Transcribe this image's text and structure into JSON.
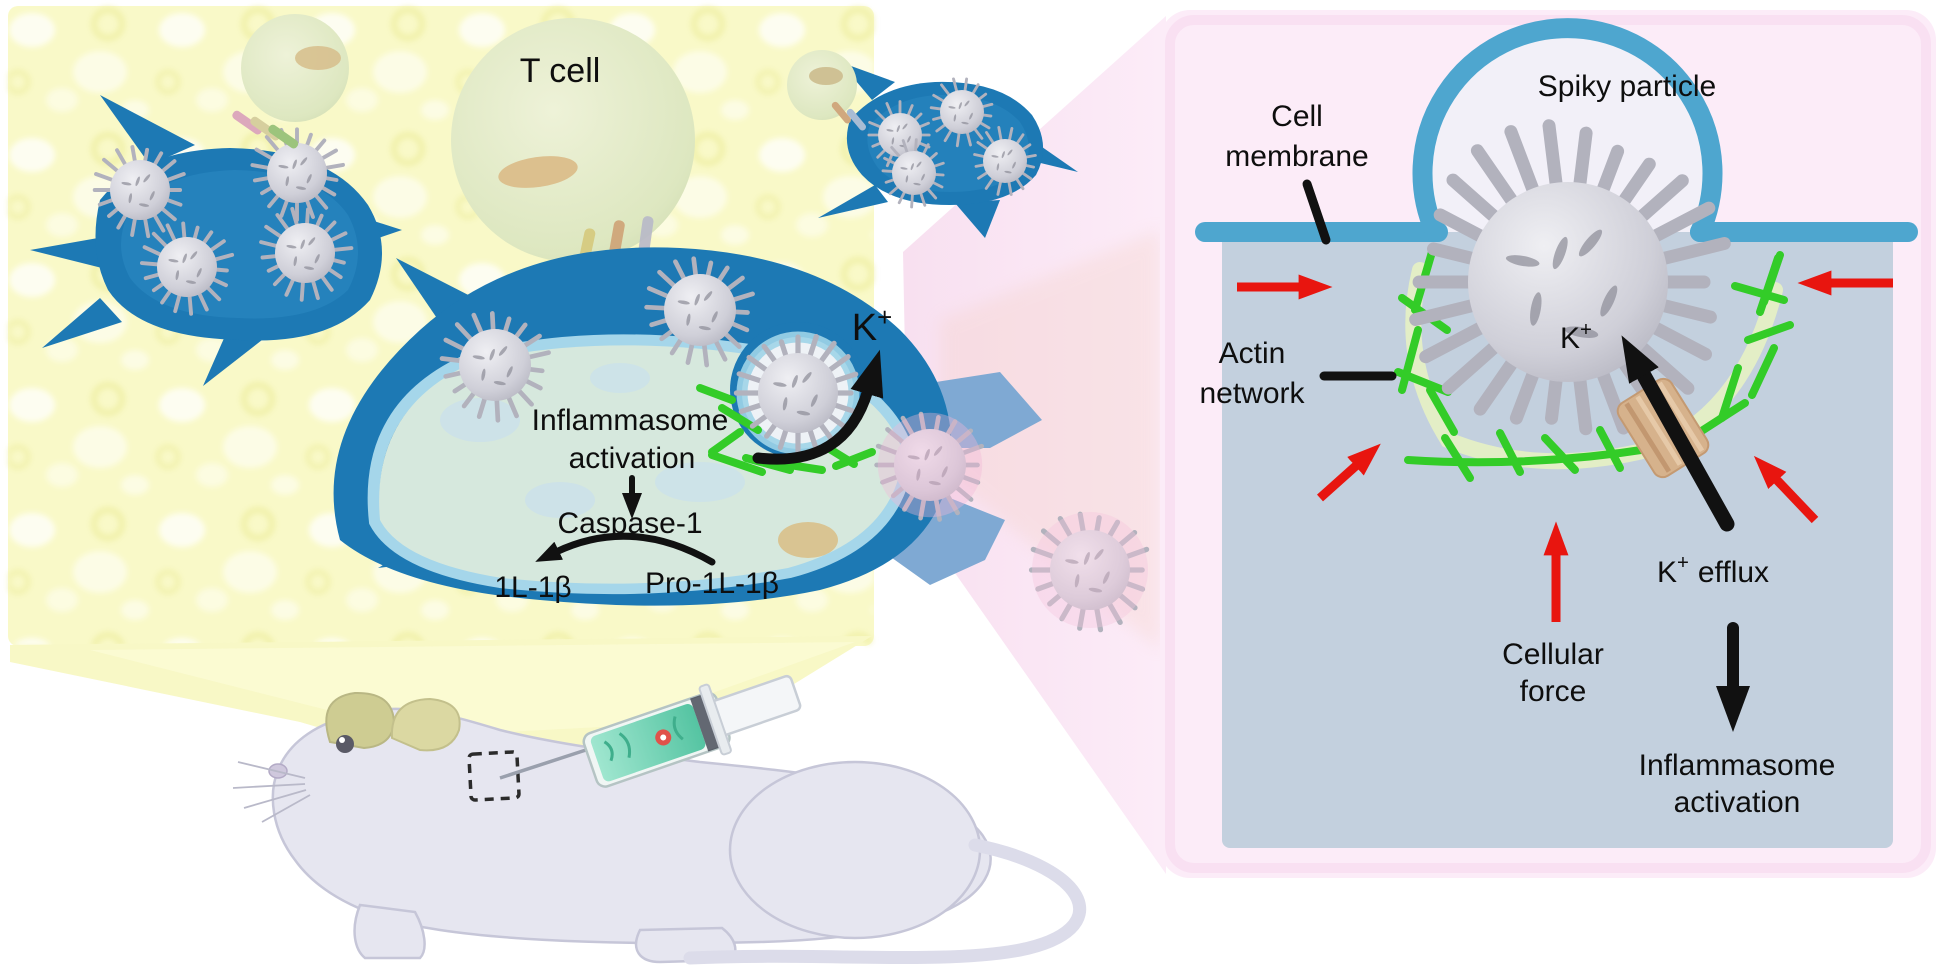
{
  "figure": {
    "description": "Spiky particle inflammasome activation schematic"
  },
  "left": {
    "t_cell": "T cell",
    "k": {
      "base": "K",
      "sup": "+"
    },
    "inflammasome": {
      "line1": "Inflammasome",
      "line2": "activation"
    },
    "caspase": "Caspase-1",
    "il1b": "1L-1β",
    "pro_il1b": "Pro-1L-1β"
  },
  "right": {
    "spiky_particle": "Spiky particle",
    "cell_membrane": {
      "line1": "Cell",
      "line2": "membrane"
    },
    "actin_network": {
      "line1": "Actin",
      "line2": "network"
    },
    "k_particle": {
      "base": "K",
      "sup": "+"
    },
    "k_efflux": {
      "base": "K",
      "sup": "+",
      "rest": "efflux"
    },
    "cellular_force": {
      "line1": "Cellular",
      "line2": "force"
    },
    "inflammasome": {
      "line1": "Inflammasome",
      "line2": "activation"
    }
  },
  "colors": {
    "background_yellow": "#f9f9c8",
    "cell_blue": "#1d79b4",
    "membrane_blue": "#4ea6cf",
    "cytosol_gray_blue": "#c3d0de",
    "panel_pink": "#fcecf8",
    "actin_green": "#33cc28",
    "arrow_red": "#e8150f",
    "arrow_black": "#111111",
    "particle_gray": "#c9c9d2",
    "t_cell_green": "#e3ebc6",
    "channel_tan": "#d6b28c",
    "mouse_gray": "#e6e6f0"
  }
}
